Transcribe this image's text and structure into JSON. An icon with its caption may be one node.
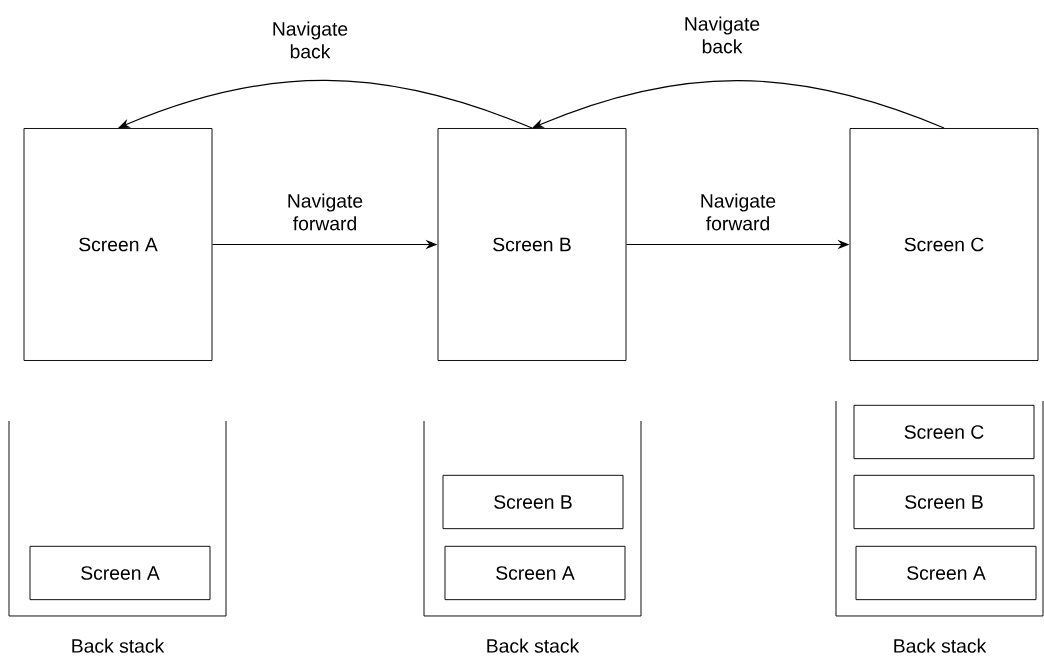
{
  "diagram": {
    "nodes": [
      {
        "text": [
          "Screen A"
        ]
      },
      {
        "text": [
          "Screen B"
        ]
      },
      {
        "text": [
          "Screen C"
        ]
      },
      {
        "text": [
          "Back stack"
        ]
      },
      {
        "text": [
          "Screen A"
        ],
        "in": 3
      },
      {
        "text": [
          "Back stack"
        ]
      },
      {
        "text": [
          "Screen B"
        ],
        "in": 5
      },
      {
        "text": [
          "Screen A"
        ],
        "in": 5
      },
      {
        "text": [
          "Back stack"
        ]
      },
      {
        "text": [
          "Screen C"
        ],
        "in": 8
      },
      {
        "text": [
          "Screen B"
        ],
        "in": 8
      },
      {
        "text": [
          "Screen A"
        ],
        "in": 8
      }
    ],
    "edges": [
      {
        "from": 0,
        "to": 1,
        "arrow": "to",
        "label": "Navigate forward"
      },
      {
        "from": 1,
        "to": 2,
        "arrow": "to",
        "label": "Navigate forward"
      },
      {
        "from": 1,
        "to": 0,
        "arrow": "to",
        "label": "Navigate back"
      },
      {
        "from": 2,
        "to": 1,
        "arrow": "to",
        "label": "Navigate back"
      }
    ]
  }
}
